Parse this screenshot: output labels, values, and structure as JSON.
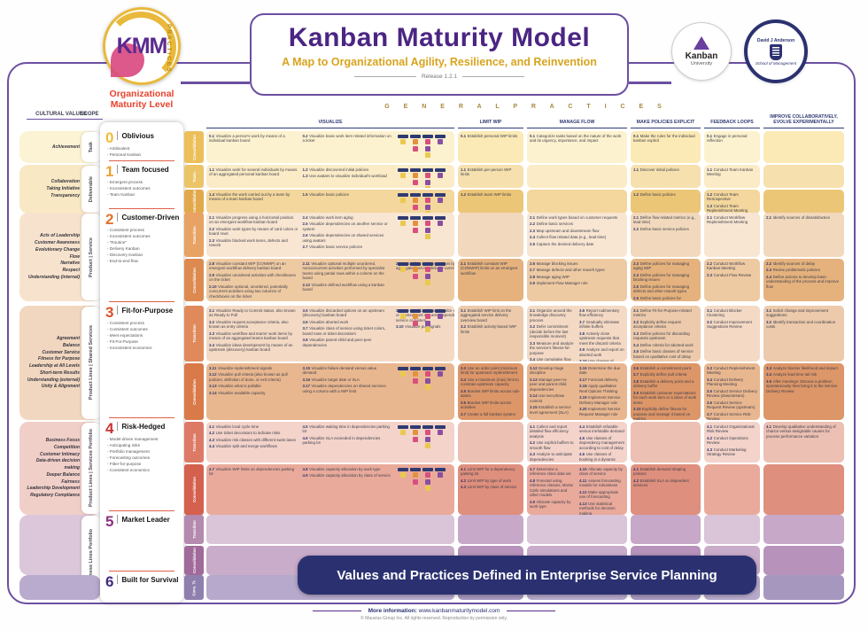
{
  "header": {
    "logo_text": "KMM",
    "logo_ring_text": "PRACTICES",
    "title": "Kanban Maturity Model",
    "subtitle": "A Map to Organizational Agility, Resilience, and Reinvention",
    "release": "Release 1.2.1"
  },
  "badges": {
    "kanban_university_line1": "Kanban",
    "kanban_university_line2": "University",
    "anderson_line1": "David J Anderson",
    "anderson_line2": "School of Management"
  },
  "left": {
    "cultural_values_header": "CULTURAL VALUES",
    "scope_header": "SCOPE",
    "maturity_header": "Organizational Maturity Level"
  },
  "general_practices_title": "G E N E R A L   P R A C T I C E S",
  "columns": [
    "VISUALIZE",
    "LIMIT WIP",
    "MANAGE FLOW",
    "MAKE POLICIES EXPLICIT",
    "FEEDBACK LOOPS",
    "IMPROVE COLLABORATIVELY, EVOLVE EXPERIMENTALLY"
  ],
  "board_palette": {
    "header": "#2e3a72",
    "tickets": [
      "#e9c94f",
      "#e2923e",
      "#d94f7e",
      "#8a4fa0"
    ]
  },
  "banner": "Values and Practices Defined in Enterprise Service Planning",
  "footer": {
    "info_label": "More information:",
    "info_url": "www.kanbanmaturitymodel.com",
    "copyright": "© Mauvius Group Inc. All rights reserved. Reproduction by permission only."
  },
  "levels": [
    {
      "num": "0",
      "name": "Oblivious",
      "num_color": "#f0bd3a",
      "traits": [
        "- Ambivalent",
        "- Personal Kanban"
      ],
      "values": [
        "Achievement"
      ],
      "values_bg": "#fcf3d4",
      "scope": "Task",
      "bands": [
        {
          "label": "Consolidation",
          "chip": "#ecbf5a",
          "bg": "#fdf2cf",
          "bg_dark": "#fbeab5",
          "board": true,
          "cells": {
            "visualize": [
              "0.1 Visualize a person's work by means of a individual kanban board",
              "0.2 Visualize basic work item related information on a ticket"
            ],
            "limit_wip": [
              "0.1 Establish personal WIP limits"
            ],
            "manage_flow": [
              "0.1 Categorize tasks based on the nature of the work and its urgency, importance, and impact"
            ],
            "policies": [
              "0.1 Make the rules for the individual kanban explicit"
            ],
            "feedback": [
              "0.1 Engage in personal reflection"
            ],
            "improve": []
          }
        }
      ]
    },
    {
      "num": "1",
      "name": "Team focused",
      "num_color": "#eda12f",
      "traits": [
        "- Emergent process",
        "- Inconsistent outcomes",
        "- Team Kanban"
      ],
      "values": [
        "Collaboration",
        "Taking Initiative",
        "Transparency"
      ],
      "values_bg": "#f8e8c4",
      "scope": "Deliverable",
      "bands": [
        {
          "label": "Trans.",
          "chip": "#ecc468",
          "bg": "#fbebc6",
          "bg_dark": "#f6e0ae",
          "board": true,
          "cells": {
            "visualize": [
              "1.1 Visualize work for several individuals by means of an aggregated personal kanban board",
              "1.2 Visualize discovered initial policies",
              "1.3 Use avatars to visualize individual's workload"
            ],
            "limit_wip": [
              "1.1 Establish per-person WIP limits"
            ],
            "manage_flow": [],
            "policies": [
              "1.1 Discover initial  policies"
            ],
            "feedback": [
              "1.1 Conduct Team Kanban Meeting"
            ],
            "improve": []
          }
        },
        {
          "label": "Consolidation",
          "chip": "#e2a94c",
          "bg": "#f3d79c",
          "bg_dark": "#ecc677",
          "board": true,
          "cells": {
            "visualize": [
              "1.4 Visualize the work carried out by a team by means of a team kanban board",
              "1.5 Visualize basic policies"
            ],
            "limit_wip": [
              "1.2 Establish team WIP limits"
            ],
            "manage_flow": [],
            "policies": [
              "1.2 Define basic policies"
            ],
            "feedback": [
              "1.2 Conduct Team Retrospective",
              "1.3 Conduct Team Replenishment Meeting"
            ],
            "improve": []
          }
        }
      ]
    },
    {
      "num": "2",
      "name": "Customer-Driven",
      "num_color": "#e0742e",
      "traits": [
        "- Consistent process",
        "- Inconsistent outcomes",
        "- \"Routine\"",
        "- Delivery Kanban",
        "- Discovery Kanban",
        "- End-to-end flow"
      ],
      "values": [
        "Acts of Leadership",
        "Customer Awareness",
        "Evolutionary Change",
        "Flow",
        "Narrative",
        "Respect",
        "Understanding (internal)"
      ],
      "values_bg": "#f7e3cd",
      "scope": "Product | Service",
      "bands": [
        {
          "label": "Transition",
          "chip": "#e8a264",
          "bg": "#f8e6d2",
          "bg_dark": "#f2d9bd",
          "board": true,
          "cells": {
            "visualize": [
              "2.1 Visualize progress using a horizontal position on an emergent workflow kanban board",
              "2.2 Visualize work types by means of card colors or board rows",
              "2.3 Visualize blocked work items, defects and rework",
              "2.4 Visualize work item aging",
              "2.5 Visualize dependencies on another service or system",
              "2.6 Visualize dependencies on shared services using avatars",
              "2.7 Visualize basic service policies"
            ],
            "limit_wip": [],
            "manage_flow": [
              "2.1 Define work types based on customer requests",
              "2.2 Define basic services",
              "2.3 Map upstream and downstream flow",
              "2.4 Collect flow related data (e.g., lead time)",
              "2.5 Capture the desired delivery date"
            ],
            "policies": [
              "2.1 Define flow related metrics (e.g., lead time)",
              "2.2 Define basic service policies"
            ],
            "feedback": [
              "2.1 Conduct Workflow Replenishment Meeting"
            ],
            "improve": [
              "2.1 Identify sources of dissatisfaction"
            ]
          }
        },
        {
          "label": "Consolidation",
          "chip": "#dd8a50",
          "bg": "#eecaa3",
          "bg_dark": "#e5b27e",
          "board": true,
          "cells": {
            "visualize": [
              "2.8 Visualize constant WIP (CONWIP) on an emergent workflow delivery kanban board",
              "2.9 Visualize unordered activities with checkboxes on the ticket",
              "2.10 Visualize optional, unordered, potentially concurrent activities using two columns of checkboxes on the ticket",
              "2.11 Visualize optional multiple unordered, nonconcurrent activities performed by specialist teams using partial rows within a column on the board",
              "2.12 Visualize defined workflow using a kanban board",
              "2.13 Visualize multiple services by means of aggregated service delivery overview board"
            ],
            "limit_wip": [
              "2.1 Establish constant WIP (CONWIP) limits on an emergent workflow"
            ],
            "manage_flow": [
              "2.6 Manage blocking issues",
              "2.7 Manage defects and other rework types",
              "2.8 Manage aging WIP",
              "2.9 Implement Flow Manager role"
            ],
            "policies": [
              "2.3 Define policies for managing aging WIP",
              "2.4 Define policies for  managing blocking issues",
              "2.5 Define policies for managing defects and other rework types",
              "2.6 Define basic policies for dependency management"
            ],
            "feedback": [
              "2.2 Conduct Workflow Kanban Meeting",
              "2.3 Conduct Flow Review"
            ],
            "improve": [
              "2.2 Identify sources of delay",
              "2.3 Revise problematic policies",
              "2.4 Define actions to develop basic understanding of the process and improve flow"
            ]
          }
        }
      ]
    },
    {
      "num": "3",
      "name": "Fit-for-Purpose",
      "num_color": "#dc4f2a",
      "traits": [
        "- Consistent process",
        "- Consistent outcomes",
        "- Meet expectations",
        "- Fit-For-Purpose",
        "- Inconsistent economics"
      ],
      "values": [
        "Agreement",
        "Balance",
        "Customer Service",
        "Fitness for Purpose",
        "Leadership at All Levels",
        "Short-term Results",
        "Understanding (external)",
        "Unity & Alignment"
      ],
      "values_bg": "#f2d7c0",
      "scope": "Product Lines | Shared Services",
      "bands": [
        {
          "label": "Transition",
          "chip": "#e08a5c",
          "bg": "#f4dac5",
          "bg_dark": "#eccaab",
          "board": true,
          "cells": {
            "visualize": [
              "3.1 Visualize Ready to Commit status, also known as Ready to Pull",
              "3.2 Visualize request acceptance criteria, also known as entry criteria",
              "3.3 Visualize workflow and teams' work items by means of an aggregated teams kanban board",
              "3.4 Visualize ideas development by means of an upstream (discovery) kanban board",
              "3.5 Visualize discarded options on an upstream (discovery) kanban board",
              "3.6 Visualize aborted work",
              "3.7 Visualize class of service using ticket colors, board rows or ticket decorators",
              "3.8 Visualize parent-child and peer-peer dependencies",
              "3.9 Use a parking lot to visualize currently waiting or blocked work requests dependent on another service or system",
              "3.10 Visualize pull signals"
            ],
            "limit_wip": [
              "3.1 Establish WIP limit on the aggregated service delivery overview board",
              "3.2 Establish activity-based WIP limits"
            ],
            "manage_flow": [
              "3.1 Organize around the knowledge discovery process",
              "3.2 Defer commitment (decide before the last responsible moment)",
              "3.3 Measure and analyze the service's fitness-for-purpose",
              "3.4 Use cumulative flow diagrams to monitor queues",
              "3.5 Use Little's Law",
              "3.6 Report rudimentary flow efficiency",
              "3.7 Gradually eliminate infinite buffers",
              "3.8 Actively close upstream requests that meet the discard criteria",
              "3.9 Analyze and report on aborted work",
              "3.10 Use classes of service to affect selection",
              "3.11 Analyze and report on failure demand"
            ],
            "policies": [
              "3.1 Define Fit-for-Purpose-related metrics",
              "3.2 Explicitly define request acceptance criteria",
              "3.3 Define policies for discarding requests upstream",
              "3.4 Define criteria for aborted work",
              "3.5 Define basic classes of service based on qualitative cost of delay"
            ],
            "feedback": [
              "3.1 Conduct Blocker Clustering",
              "3.2 Conduct Improvement Suggestions Review"
            ],
            "improve": [
              "3.1 Solicit change and improvement suggestions",
              "3.2 Identify transaction and coordination costs"
            ]
          }
        },
        {
          "label": "Consolidation",
          "chip": "#d97a48",
          "bg": "#e9b78f",
          "bg_dark": "#dd9668",
          "board": true,
          "cells": {
            "visualize": [
              "3.11 Visualize replenishment signals",
              "3.12 Visualize pull criteria (also known as pull policies, definition of done, or exit criteria)",
              "3.13 Visualize what is pullable",
              "3.14 Visualize available capacity",
              "3.15 Visualize failure demand versus value demand",
              "3.16 Visualize target date or SLA",
              "3.17 Visualize dependencies on shared services using a column with a WIP limit"
            ],
            "limit_wip": [
              "3.3 Use an order point (minimum limit) for upstream replenishment",
              "3.4 Use a maximum (max) limit to constrain upstream capacity",
              "3.5 Bracket WIP limits across sub-states",
              "3.6 Bracket WIP limits across activities",
              "3.7 Create a full kanban system"
            ],
            "manage_flow": [
              "3.12 Develop triage discipline",
              "3.13 Manage peer-to-peer and parent-child dependencies",
              "3.14 Use two-phase commit",
              "3.15 Establish a service level agreement (SLA)",
              "3.16 Determine the due date",
              "3.17 Forecast delivery",
              "3.18 Apply qualitative Real Options Thinking",
              "3.19 Implement Service Delivery Manager role",
              "3.20 Implement Service Request Manager role"
            ],
            "policies": [
              "3.6 Establish a commitment point",
              "3.7 Explicitly define pull criteria",
              "3.8 Establish a delivery point and a delivery buffer",
              "3.9 Establish customer expectations  for each work item or a class of work items",
              "3.10 Explicitly define fitness for purpose and manage it based on metrics"
            ],
            "feedback": [
              "3.3 Conduct Replenishment Meeting",
              "3.4 Conduct Delivery Planning Meeting",
              "3.5 Conduct Service Delivery Review (downstream)",
              "3.6 Conduct Service Request Review (upstream)",
              "3.7 Conduct Service Risk Review"
            ],
            "improve": [
              "3.3 Analyze blocker likelihood and impact",
              "3.4 Analyze lead time tail risk",
              "3.5 After meetings: Discuss a problem spontaneously then bring it to the Service Delivery Review"
            ]
          }
        }
      ]
    },
    {
      "num": "4",
      "name": "Risk-Hedged",
      "num_color": "#cc3232",
      "traits": [
        "- Model-driven management",
        "- Anticipating risks",
        "- Portfolio management",
        "- Forecasting outcomes",
        "- Fitter-for-purpose",
        "- Consistent economics"
      ],
      "values": [
        "Business Focus",
        "Competition",
        "Customer Intimacy",
        "Data-driven decision making",
        "Deeper Balance",
        "Fairness",
        "Leadership Development",
        "Regulatory Compliance"
      ],
      "values_bg": "#f0cfc8",
      "scope": "Product Lines | Services Portfolio",
      "bands": [
        {
          "label": "Transition",
          "chip": "#dd7a66",
          "bg": "#f3d3ca",
          "bg_dark": "#ecc0b3",
          "board": true,
          "cells": {
            "visualize": [
              "4.1 Visualize local cycle time",
              "4.2 Use ticket decorators to indicate risks",
              "4.3 Visualize risk classes with different swim lanes",
              "4.4 Visualize split and merge workflows",
              "4.5 Visualize waiting time in dependencies parking lot",
              "4.6 Visualize SLA exceeded in dependencies parking lot"
            ],
            "limit_wip": [],
            "manage_flow": [
              "4.1 Collect and report detailed flow efficiency analysis",
              "4.2 Use explicit buffers to smooth flow",
              "4.3 Analyze to anticipate dependencies",
              "4.4 Establish refutable versus irrefutable demand",
              "4.5 Use classes of dependency management according to cost of delay",
              "4.6 Use classes of booking in a dynamic reservation system"
            ],
            "policies": [],
            "feedback": [
              "4.1 Conduct Organizational Risk Review",
              "4.2 Conduct Operations Review",
              "4.3 Conduct Marketing Strategy Review"
            ],
            "improve": [
              "4.1 Develop qualitative understanding of chance versus assignable causes for process performance variation"
            ]
          }
        },
        {
          "label": "Consolidation",
          "chip": "#d4604e",
          "bg": "#e9aa9b",
          "bg_dark": "#df8f7d",
          "board": true,
          "cells": {
            "visualize": [
              "4.7 Visualize WIP limits on dependencies parking lot",
              "4.8 Visualize capacity allocation by work type",
              "4.9 Visualize capacity allocation by class of service"
            ],
            "limit_wip": [
              "4.1 Limit WIP for a dependency parking lot",
              "4.2 Limit WIP by type of work",
              "4.3 Limit WIP by class of service"
            ],
            "manage_flow": [
              "4.7 Determine a reference class data set",
              "4.8 Forecast using reference classes, Monte Carlo simulations and other models",
              "4.9 Allocate capacity by work type",
              "4.10 Allocate capacity by class of service",
              "4.11 Assess forecasting models for robustness",
              "4.12 Make appropriate use of forecasting",
              "4.13 Use statistical methods for decision making"
            ],
            "policies": [
              "4.1 Establish demand shaping policies",
              "4.2 Establish SLA on dependent services"
            ],
            "feedback": [],
            "improve": []
          }
        }
      ]
    },
    {
      "num": "5",
      "name": "Market Leader",
      "num_color": "#8a3180",
      "traits": [],
      "values": [],
      "values_bg": "#dcc6da",
      "scope": "Business Lines Portfolio",
      "bands": [
        {
          "label": "Transition",
          "chip": "#b48aae",
          "bg": "#d9c4d8",
          "bg_dark": "#c7a8c8",
          "board": false,
          "cells": {
            "visualize": [],
            "limit_wip": [],
            "manage_flow": [],
            "policies": [],
            "feedback": [],
            "improve": []
          }
        },
        {
          "label": "Consolidation",
          "chip": "#a06a9a",
          "bg": "#c9abca",
          "bg_dark": "#b792ba",
          "board": false,
          "cells": {
            "visualize": [],
            "limit_wip": [],
            "manage_flow": [],
            "policies": [],
            "feedback": [],
            "improve": []
          }
        }
      ]
    },
    {
      "num": "6",
      "name": "Built for Survival",
      "num_color": "#3f2a80",
      "traits": [],
      "values": [],
      "values_bg": "#b9abce",
      "scope": "",
      "bands": [
        {
          "label": "Cons. Tr.",
          "chip": "#8f7fae",
          "bg": "#b6a9cb",
          "bg_dark": "#a697bf",
          "board": false,
          "cells": {
            "visualize": [],
            "limit_wip": [],
            "manage_flow": [],
            "policies": [],
            "feedback": [],
            "improve": []
          }
        }
      ]
    }
  ]
}
